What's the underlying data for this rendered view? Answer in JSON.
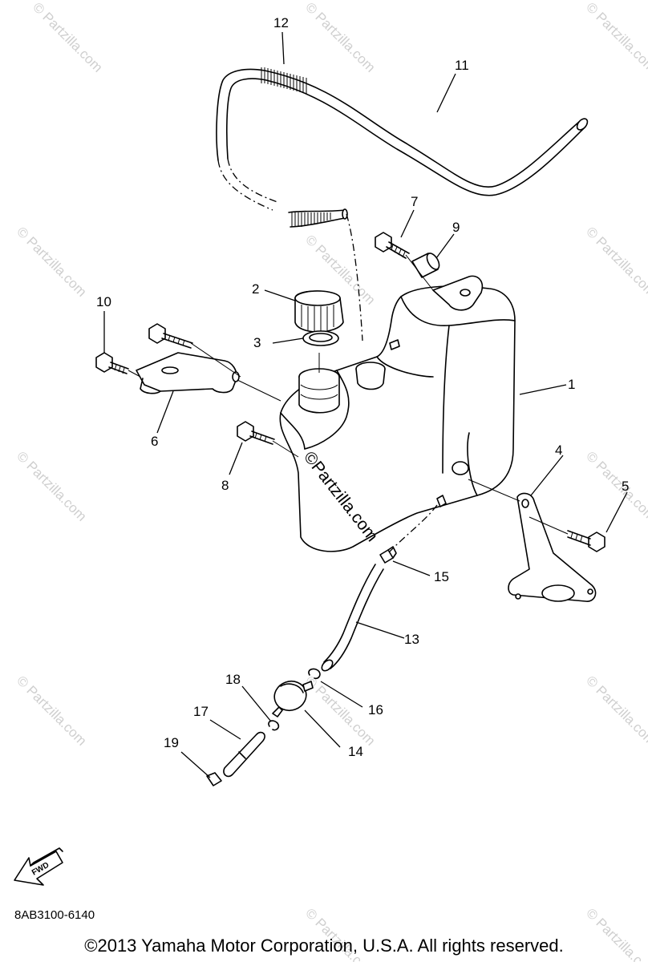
{
  "watermark": {
    "small": "© Partzilla.com",
    "center": "©Partzilla.com"
  },
  "callouts": [
    {
      "id": "1",
      "label": "1"
    },
    {
      "id": "2",
      "label": "2"
    },
    {
      "id": "3",
      "label": "3"
    },
    {
      "id": "4",
      "label": "4"
    },
    {
      "id": "5",
      "label": "5"
    },
    {
      "id": "6",
      "label": "6"
    },
    {
      "id": "7",
      "label": "7"
    },
    {
      "id": "8",
      "label": "8"
    },
    {
      "id": "9",
      "label": "9"
    },
    {
      "id": "10",
      "label": "10"
    },
    {
      "id": "11",
      "label": "11"
    },
    {
      "id": "12",
      "label": "12"
    },
    {
      "id": "13",
      "label": "13"
    },
    {
      "id": "14",
      "label": "14"
    },
    {
      "id": "15",
      "label": "15"
    },
    {
      "id": "16",
      "label": "16"
    },
    {
      "id": "17",
      "label": "17"
    },
    {
      "id": "18",
      "label": "18"
    },
    {
      "id": "19",
      "label": "19"
    }
  ],
  "fwd_label": "FWD",
  "diagram_code": "8AB3100-6140",
  "copyright": "©2013 Yamaha Motor Corporation, U.S.A. All rights reserved."
}
